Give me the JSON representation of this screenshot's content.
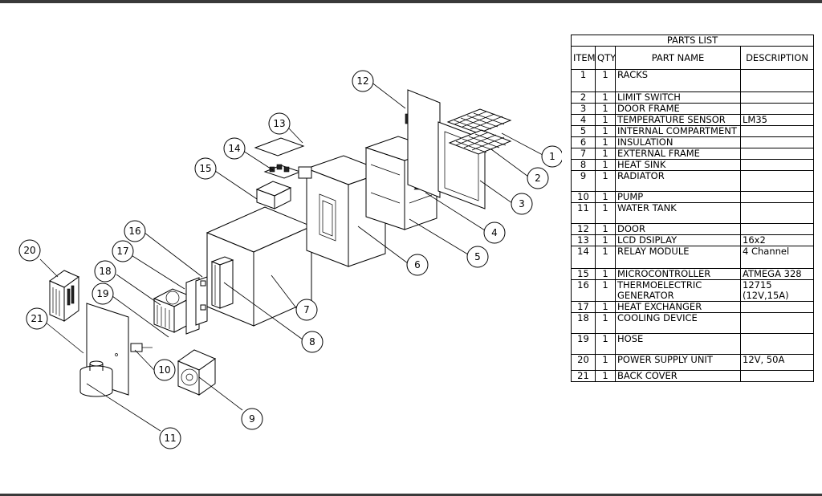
{
  "parts_list": {
    "title": "PARTS LIST",
    "columns": [
      "ITEM",
      "QTY",
      "PART NAME",
      "DESCRIPTION"
    ],
    "rows": [
      {
        "item": "1",
        "qty": "1",
        "name": "RACKS",
        "desc": ""
      },
      {
        "item": "2",
        "qty": "1",
        "name": "LIMIT SWITCH",
        "desc": ""
      },
      {
        "item": "3",
        "qty": "1",
        "name": "DOOR FRAME",
        "desc": ""
      },
      {
        "item": "4",
        "qty": "1",
        "name": "TEMPERATURE SENSOR",
        "desc": "LM35"
      },
      {
        "item": "5",
        "qty": "1",
        "name": "INTERNAL COMPARTMENT",
        "desc": ""
      },
      {
        "item": "6",
        "qty": "1",
        "name": "INSULATION",
        "desc": ""
      },
      {
        "item": "7",
        "qty": "1",
        "name": "EXTERNAL FRAME",
        "desc": ""
      },
      {
        "item": "8",
        "qty": "1",
        "name": "HEAT SINK",
        "desc": ""
      },
      {
        "item": "9",
        "qty": "1",
        "name": "RADIATOR",
        "desc": ""
      },
      {
        "item": "10",
        "qty": "1",
        "name": "PUMP",
        "desc": ""
      },
      {
        "item": "11",
        "qty": "1",
        "name": "WATER TANK",
        "desc": ""
      },
      {
        "item": "12",
        "qty": "1",
        "name": "DOOR",
        "desc": ""
      },
      {
        "item": "13",
        "qty": "1",
        "name": "LCD DSIPLAY",
        "desc": "16x2"
      },
      {
        "item": "14",
        "qty": "1",
        "name": "RELAY MODULE",
        "desc": "4 Channel"
      },
      {
        "item": "15",
        "qty": "1",
        "name": "MICROCONTROLLER",
        "desc": "ATMEGA 328"
      },
      {
        "item": "16",
        "qty": "1",
        "name": "THERMOELECTRIC GENERATOR",
        "desc": "12715 (12V,15A)"
      },
      {
        "item": "17",
        "qty": "1",
        "name": "HEAT EXCHANGER",
        "desc": ""
      },
      {
        "item": "18",
        "qty": "1",
        "name": "COOLING DEVICE",
        "desc": ""
      },
      {
        "item": "19",
        "qty": "1",
        "name": "HOSE",
        "desc": ""
      },
      {
        "item": "20",
        "qty": "1",
        "name": "POWER SUPPLY UNIT",
        "desc": "12V, 50A"
      },
      {
        "item": "21",
        "qty": "1",
        "name": "BACK COVER",
        "desc": ""
      }
    ]
  },
  "callouts": [
    "1",
    "2",
    "3",
    "4",
    "5",
    "6",
    "7",
    "8",
    "9",
    "10",
    "11",
    "12",
    "13",
    "14",
    "15",
    "16",
    "17",
    "18",
    "19",
    "20",
    "21"
  ]
}
